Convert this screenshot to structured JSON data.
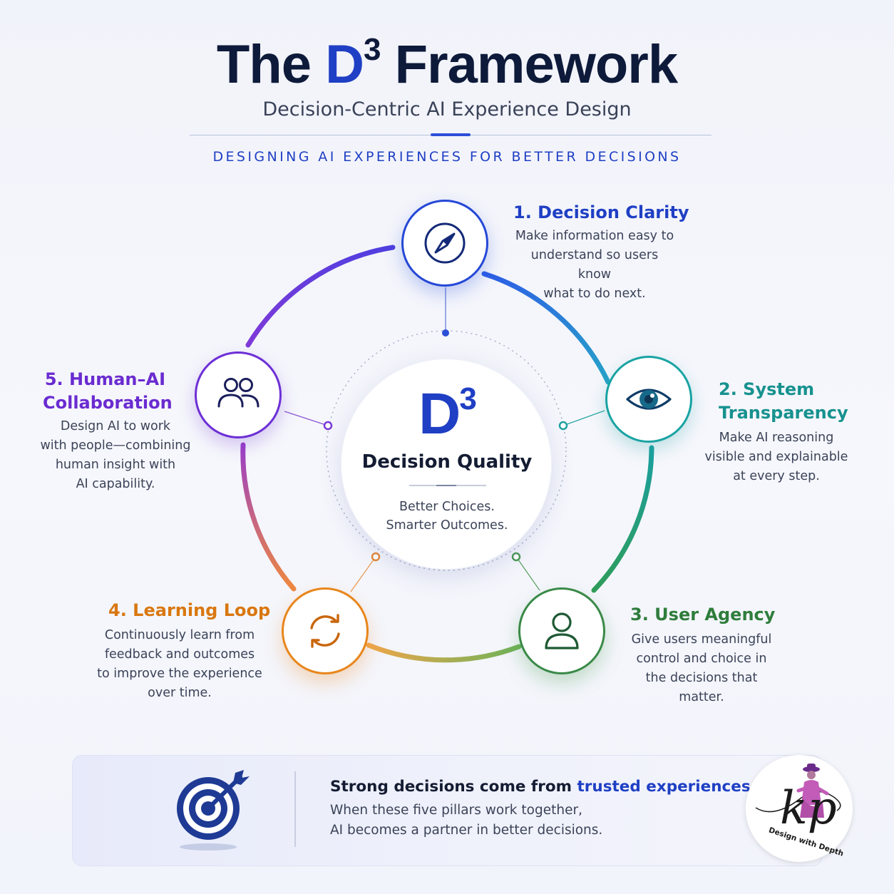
{
  "header": {
    "title_prefix": "The",
    "title_d": "D",
    "title_sup": "3",
    "title_suffix": "Framework",
    "subtitle": "Decision-Centric AI Experience Design",
    "tagline": "DESIGNING AI EXPERIENCES FOR BETTER DECISIONS"
  },
  "center": {
    "symbol": "D",
    "symbol_sup": "3",
    "title": "Decision Quality",
    "line1": "Better Choices.",
    "line2": "Smarter Outcomes."
  },
  "pillars": [
    {
      "title": "1. Decision Clarity",
      "desc": [
        "Make information easy to",
        "understand so users know",
        "what to do next."
      ],
      "icon": "compass-icon",
      "color": "#1f3fc4"
    },
    {
      "title_lines": [
        "2. System",
        "Transparency"
      ],
      "desc": [
        "Make AI reasoning",
        "visible and explainable",
        "at every step."
      ],
      "icon": "eye-icon",
      "color": "#17928f"
    },
    {
      "title": "3. User Agency",
      "desc": [
        "Give users meaningful",
        "control and choice in",
        "the decisions that",
        "matter."
      ],
      "icon": "user-icon",
      "color": "#2f7d3c"
    },
    {
      "title": "4. Learning Loop",
      "desc": [
        "Continuously learn from",
        "feedback and outcomes",
        "to improve the experience",
        "over time."
      ],
      "icon": "refresh-icon",
      "color": "#d9770f"
    },
    {
      "title_lines": [
        "5. Human–AI",
        "Collaboration"
      ],
      "desc": [
        "Design AI to work",
        "with people—combining",
        "human insight with",
        "AI capability."
      ],
      "icon": "people-icon",
      "color": "#6a2bd0"
    }
  ],
  "banner": {
    "headline_start": "Strong decisions come from ",
    "headline_highlight": "trusted experiences.",
    "line1": "When these five pillars work together,",
    "line2": "AI becomes a partner in better decisions.",
    "icon": "target-icon"
  },
  "logo": {
    "monogram": "kp",
    "caption": "Design with Depth"
  }
}
